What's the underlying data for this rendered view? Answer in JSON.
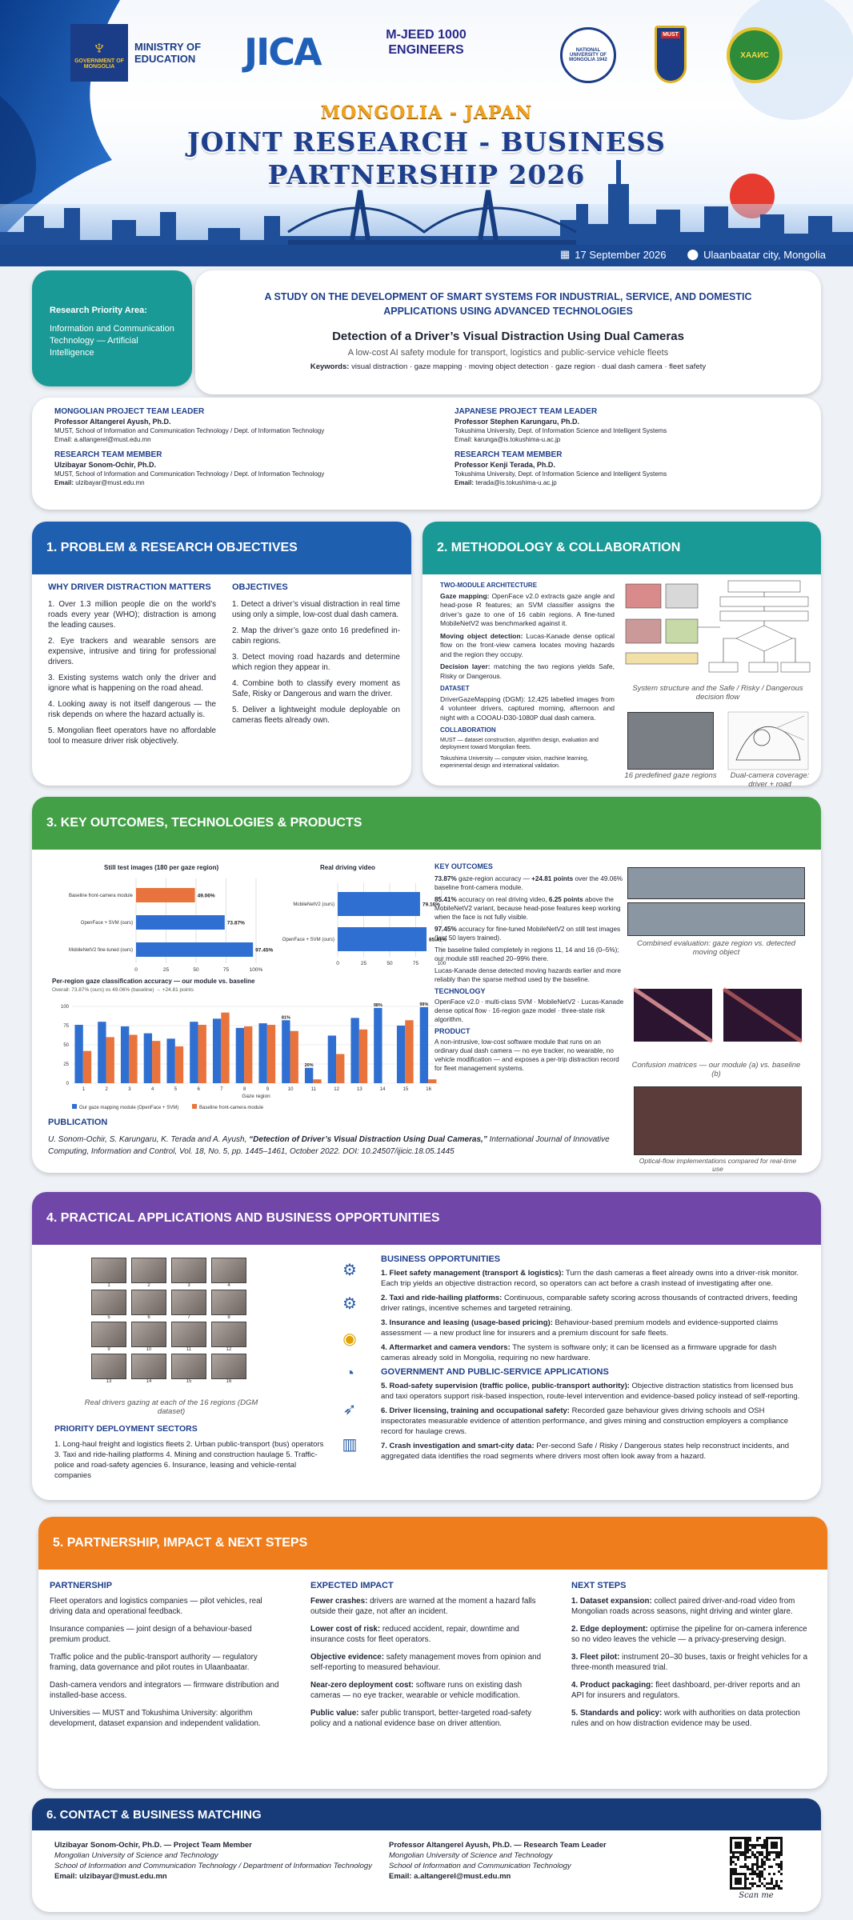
{
  "banner": {
    "logos": [
      {
        "name": "government-of-mongolia-logo",
        "text": "GOVERNMENT OF MONGOLIA"
      },
      {
        "name": "ministry-label",
        "text": "MINISTRY OF EDUCATION"
      },
      {
        "name": "jica-logo",
        "text": "JICA"
      },
      {
        "name": "mjeed-logo",
        "text": "M-JEED 1000 ENGINEERS"
      },
      {
        "name": "num-logo",
        "text": "NATIONAL UNIVERSITY OF MONGOLIA 1942"
      },
      {
        "name": "must-logo",
        "text": "MUST"
      },
      {
        "name": "agri-logo",
        "text": "ХААИС"
      }
    ],
    "title_line1": "MONGOLIA - JAPAN",
    "title_line2": "JOINT RESEARCH - BUSINESS",
    "title_line3": "PARTNERSHIP 2026",
    "date": "17 September 2026",
    "location": "Ulaanbaatar city, Mongolia"
  },
  "priority": {
    "heading": "Research Priority Area:",
    "text": "Information and Communication Technology — Artificial Intelligence"
  },
  "study": {
    "title": "A STUDY ON THE DEVELOPMENT OF SMART SYSTEMS FOR INDUSTRIAL, SERVICE, AND DOMESTIC APPLICATIONS USING ADVANCED TECHNOLOGIES",
    "subtitle": "Detection of a Driver’s Visual Distraction Using Dual Cameras",
    "tagline": "A low-cost AI safety module for transport, logistics and public-service vehicle fleets",
    "keywords_label": "Keywords:",
    "keywords": "visual distraction · gaze mapping · moving object detection · gaze region · dual dash camera · fleet safety"
  },
  "team": {
    "mn_leader_role": "MONGOLIAN PROJECT TEAM LEADER",
    "mn_leader_name": "Professor Altangerel Ayush, Ph.D.",
    "mn_leader_aff": "MUST, School of Information and Communication Technology / Dept. of Information Technology",
    "mn_leader_email": "Email: a.altangerel@must.edu.mn",
    "mn_member_role": "RESEARCH TEAM MEMBER",
    "mn_member_name": "Ulzibayar Sonom-Ochir, Ph.D.",
    "mn_member_aff": "MUST, School of Information and Communication Technology / Dept. of Information Technology",
    "mn_member_email_label": "Email:",
    "mn_member_email": "ulzibayar@must.edu.mn",
    "jp_leader_role": "JAPANESE PROJECT TEAM LEADER",
    "jp_leader_name": "Professor Stephen Karungaru, Ph.D.",
    "jp_leader_aff": "Tokushima University, Dept. of Information Science and Intelligent Systems",
    "jp_leader_email": "Email: karunga@is.tokushima-u.ac.jp",
    "jp_member_role": "RESEARCH TEAM MEMBER",
    "jp_member_name": "Professor Kenji Terada, Ph.D.",
    "jp_member_aff": "Tokushima University, Dept. of Information Science and Intelligent Systems",
    "jp_member_email_label": "Email:",
    "jp_member_email": "terada@is.tokushima-u.ac.jp"
  },
  "sec1": {
    "title": "1.  PROBLEM & RESEARCH OBJECTIVES",
    "why_title": "WHY DRIVER DISTRACTION MATTERS",
    "why": [
      "1.  Over 1.3 million people die on the world’s roads every year (WHO); distraction is among the leading causes.",
      "2.   Eye trackers and wearable sensors are expensive, intrusive and tiring for professional drivers.",
      "3.  Existing systems watch only the driver and ignore what is happening on the road ahead.",
      "4.  Looking away is not itself dangerous — the risk depends on where the hazard actually is.",
      "5.     Mongolian fleet operators have no affordable tool to measure driver risk objectively."
    ],
    "obj_title": "OBJECTIVES",
    "obj": [
      "1.  Detect a driver’s visual distraction in real time using only a simple, low-cost dual dash camera.",
      "2.  Map the driver’s gaze onto 16 predefined in-cabin regions.",
      "3.    Detect moving road hazards and determine which region they appear in.",
      "4.  Combine both to classify every moment as Safe, Risky or Dangerous and warn the driver.",
      "5.  Deliver a lightweight module deployable on cameras fleets already own."
    ]
  },
  "sec2": {
    "title": "2.  METHODOLOGY & COLLABORATION",
    "arch_title": "TWO-MODULE ARCHITECTURE",
    "gaze_label": "Gaze mapping:",
    "gaze": "OpenFace v2.0 extracts gaze angle and head-pose R features; an SVM classifier assigns the driver’s gaze to one of 16 cabin regions. A fine-tuned MobileNetV2 was benchmarked against it.",
    "moving_label": "Moving object detection:",
    "moving": "Lucas-Kanade dense optical flow on the front-view camera locates moving hazards and the region they occupy.",
    "decision_label": "Decision layer:",
    "decision": "matching the two regions yields Safe, Risky or Dangerous.",
    "dataset_title": "DATASET",
    "dataset": "DriverGazeMapping (DGM): 12,425 labelled images from 4 volunteer drivers, captured morning, afternoon and night with a COOAU-D30-1080P dual dash camera.",
    "collab_title": "COLLABORATION",
    "collab1": "MUST — dataset construction, algorithm design, evaluation and deployment toward Mongolian fleets.",
    "collab2": "Tokushima University — computer vision, machine learning, experimental design and international validation.",
    "cap_system": "System structure and the Safe / Risky / Dangerous decision flow",
    "cap_regions": "16 predefined gaze regions",
    "cap_dual": "Dual-camera coverage: driver + road"
  },
  "sec3": {
    "title": "3.  KEY OUTCOMES, TECHNOLOGIES & PRODUCTS",
    "outcomes_title": "KEY OUTCOMES",
    "o1_bold": "73.87%",
    "o1_mid": " gaze-region accuracy — ",
    "o1_bold2": "+24.81 points",
    "o1_end": " over the 49.06% baseline front-camera module.",
    "o2_bold": "85.41%",
    "o2_mid": " accuracy on real driving video, ",
    "o2_bold2": "6.25 points",
    "o2_end": " above the MobileNetV2 variant, because head-pose features keep working when the face is not fully visible.",
    "o3_bold": "97.45%",
    "o3_end": " accuracy for fine-tuned MobileNetV2 on still test images (last 50 layers trained).",
    "o4": "The baseline failed completely in regions 11, 14 and 16 (0–5%); our module still reached 20–99% there.",
    "o5": "Lucas-Kanade dense detected moving hazards earlier and more reliably than the sparse method used by the baseline.",
    "tech_title": "TECHNOLOGY",
    "tech": "OpenFace v2.0 · multi-class SVM · MobileNetV2 · Lucas-Kanade dense optical flow · 16-region gaze model · three-state risk algorithm.",
    "prod_title": "PRODUCT",
    "prod": "A non-intrusive, low-cost software module that runs on an ordinary dual dash camera — no eye tracker, no wearable, no vehicle modification — and exposes a per-trip distraction record for fleet management systems.",
    "pub_title": "PUBLICATION",
    "pub_authors": "U. Sonom-Ochir, S. Karungaru, K. Terada and A. Ayush, ",
    "pub_title_text": "“Detection of Driver’s Visual Distraction Using Dual Cameras,”",
    "pub_rest": " International Journal of Innovative Computing, Information and Control, Vol. 18, No. 5, pp. 1445–1461, October 2022.  DOI: 10.24507/ijicic.18.05.1445",
    "cap_combined": "Combined evaluation: gaze region vs. detected moving object",
    "cap_confusion": "Confusion matrices — our module (a) vs. baseline (b)",
    "cap_optical": "Optical-flow implementations compared for real-time use"
  },
  "chart_data": [
    {
      "type": "bar",
      "orientation": "horizontal",
      "title": "Still test images (180 per gaze region)",
      "categories": [
        "Baseline front-camera module",
        "OpenFace + SVM (ours)",
        "MobileNetV2 fine-tuned (ours)"
      ],
      "values": [
        49.06,
        73.87,
        97.45
      ],
      "value_labels": [
        "49.06%",
        "73.87%",
        "97.45%"
      ],
      "colors": [
        "#e8733c",
        "#2f6fd1",
        "#2f6fd1"
      ],
      "xticks": [
        "0",
        "25",
        "50",
        "75",
        "100%"
      ],
      "xlim": [
        0,
        100
      ]
    },
    {
      "type": "bar",
      "orientation": "horizontal",
      "title": "Real driving video",
      "categories": [
        "MobileNetV2 (ours)",
        "OpenFace + SVM (ours)"
      ],
      "values": [
        79.16,
        85.41
      ],
      "value_labels": [
        "79.16%",
        "85.41%"
      ],
      "colors": [
        "#2f6fd1",
        "#2f6fd1"
      ],
      "xticks": [
        "0",
        "25",
        "50",
        "75",
        "100"
      ],
      "xlim": [
        0,
        100
      ]
    },
    {
      "type": "bar",
      "title": "Per-region gaze classification accuracy — our module vs. baseline",
      "subtitle": "Overall: 73.87% (ours) vs 49.06% (baseline)  →  +24.81 points",
      "categories": [
        "1",
        "2",
        "3",
        "4",
        "5",
        "6",
        "7",
        "8",
        "9",
        "10",
        "11",
        "12",
        "13",
        "14",
        "15",
        "16"
      ],
      "series": [
        {
          "name": "Our gaze mapping module (OpenFace + SVM)",
          "color": "#2f6fd1",
          "values": [
            76,
            80,
            74,
            65,
            58,
            80,
            84,
            72,
            78,
            82,
            20,
            62,
            85,
            98,
            75,
            99
          ]
        },
        {
          "name": "Baseline front-camera module",
          "color": "#e8733c",
          "values": [
            42,
            60,
            63,
            55,
            48,
            76,
            92,
            74,
            76,
            68,
            5,
            38,
            70,
            0,
            82,
            5
          ]
        }
      ],
      "bar_labels": {
        "10": "81%",
        "11": "20%",
        "14": "98%",
        "16": "99%"
      },
      "xlabel": "Gaze region",
      "ylim": [
        0,
        100
      ],
      "yticks": [
        "0",
        "25",
        "50",
        "75",
        "100"
      ]
    }
  ],
  "sec4": {
    "title": "4. PRACTICAL APPLICATIONS AND BUSINESS OPPORTUNITIES",
    "cap_gallery": "Real drivers gazing at each of the 16 regions (DGM dataset)",
    "gallery_labels": [
      "1",
      "2",
      "3",
      "4",
      "5",
      "6",
      "7",
      "8",
      "9",
      "10",
      "11",
      "12",
      "13",
      "14",
      "15",
      "16"
    ],
    "sectors_title": "PRIORITY DEPLOYMENT SECTORS",
    "sectors": "1. Long-haul freight and logistics fleets    2. Urban public-transport (bus) operators   3. Taxi and ride-hailing platforms   4. Mining and construction haulage   5. Traffic-police and road-safety agencies   6. Insurance, leasing and vehicle-rental companies",
    "biz_title": "BUSINESS OPPORTUNITIES",
    "biz": [
      {
        "label": "1. Fleet safety management (transport & logistics):",
        "text": " Turn the dash cameras a fleet already owns into a driver-risk monitor. Each trip yields an objective distraction record, so operators can act before a crash instead of investigating after one."
      },
      {
        "label": "2. Taxi and ride-hailing platforms:",
        "text": " Continuous, comparable safety scoring across thousands of contracted drivers, feeding driver ratings, incentive schemes and targeted retraining."
      },
      {
        "label": "3. Insurance and leasing (usage-based pricing):",
        "text": " Behaviour-based premium models and evidence-supported claims assessment — a new product line for insurers and a premium discount for safe fleets."
      },
      {
        "label": "4. Aftermarket and camera vendors:",
        "text": " The system is software only; it can be licensed as a firmware upgrade for dash cameras already sold in Mongolia, requiring no new hardware."
      }
    ],
    "gov_title": "GOVERNMENT AND PUBLIC-SERVICE APPLICATIONS",
    "gov": [
      {
        "label": "5. Road-safety supervision (traffic police, public-transport authority):",
        "text": " Objective distraction statistics from licensed bus and taxi operators support risk-based inspection, route-level intervention and evidence-based policy instead of self-reporting."
      },
      {
        "label": "6. Driver licensing, training and occupational safety:",
        "text": " Recorded gaze behaviour gives driving schools and OSH inspectorates measurable evidence of attention performance, and gives mining and construction employers a compliance record for haulage crews."
      },
      {
        "label": "7. Crash investigation and smart-city data:",
        "text": " Per-second Safe / Risky / Dangerous states help reconstruct incidents, and aggregated data identifies the road segments where drivers most often look away from a hazard."
      }
    ]
  },
  "sec5": {
    "title": "5.  PARTNERSHIP, IMPACT & NEXT STEPS",
    "p_title": "PARTNERSHIP",
    "partnership": [
      "Fleet operators and logistics companies — pilot vehicles, real driving data and operational feedback.",
      "Insurance companies — joint design of a behaviour-based premium product.",
      "Traffic police and the public-transport authority — regulatory framing, data governance and pilot routes in Ulaanbaatar.",
      "Dash-camera vendors and integrators — firmware distribution and installed-base access.",
      "Universities — MUST and Tokushima University: algorithm development, dataset expansion and independent validation."
    ],
    "i_title": "EXPECTED IMPACT",
    "impact": [
      {
        "label": "Fewer crashes:",
        "text": " drivers are warned at the moment a hazard falls outside their gaze, not after an incident."
      },
      {
        "label": "Lower cost of risk:",
        "text": " reduced accident, repair, downtime and insurance costs for fleet operators."
      },
      {
        "label": "Objective evidence:",
        "text": " safety management moves from opinion and self-reporting to measured behaviour."
      },
      {
        "label": "Near-zero deployment cost:",
        "text": " software runs on existing dash cameras — no eye tracker, wearable or vehicle modification."
      },
      {
        "label": "Public value:",
        "text": " safer public transport, better-targeted road-safety policy and a national evidence base on driver attention."
      }
    ],
    "n_title": "NEXT STEPS",
    "next": [
      {
        "label": "1. Dataset expansion:",
        "text": " collect paired driver-and-road video from Mongolian roads across seasons, night driving and winter glare."
      },
      {
        "label": "2. Edge deployment:",
        "text": " optimise the pipeline for on-camera inference so no video leaves the vehicle — a privacy-preserving design."
      },
      {
        "label": "3. Fleet pilot:",
        "text": " instrument 20–30 buses, taxis or freight vehicles for a three-month measured trial."
      },
      {
        "label": "4. Product packaging:",
        "text": " fleet dashboard, per-driver reports and an API for insurers and regulators."
      },
      {
        "label": "5. Standards and policy:",
        "text": " work with authorities on data protection rules and on how distraction evidence may be used."
      }
    ]
  },
  "sec6": {
    "title": "6. CONTACT & BUSINESS MATCHING",
    "c1_name": "Ulzibayar Sonom-Ochir, Ph.D. — Project Team Member",
    "c1_univ": "Mongolian University of Science and Technology",
    "c1_school": "School of Information and Communication Technology / Department of Information Technology",
    "c1_email": "Email: ulzibayar@must.edu.mn",
    "c2_name": "Professor Altangerel Ayush, Ph.D. — Research Team Leader",
    "c2_univ": "Mongolian University of Science and Technology",
    "c2_school": "School of Information and Communication Technology",
    "c2_email": "Email: a.altangerel@must.edu.mn",
    "scan": "Scan me"
  },
  "colors": {
    "blue": "#1f5fb0",
    "teal": "#1a9a96",
    "green": "#43a047",
    "purple": "#7046a8",
    "orange": "#ef7d1c",
    "navy": "#163b78"
  }
}
